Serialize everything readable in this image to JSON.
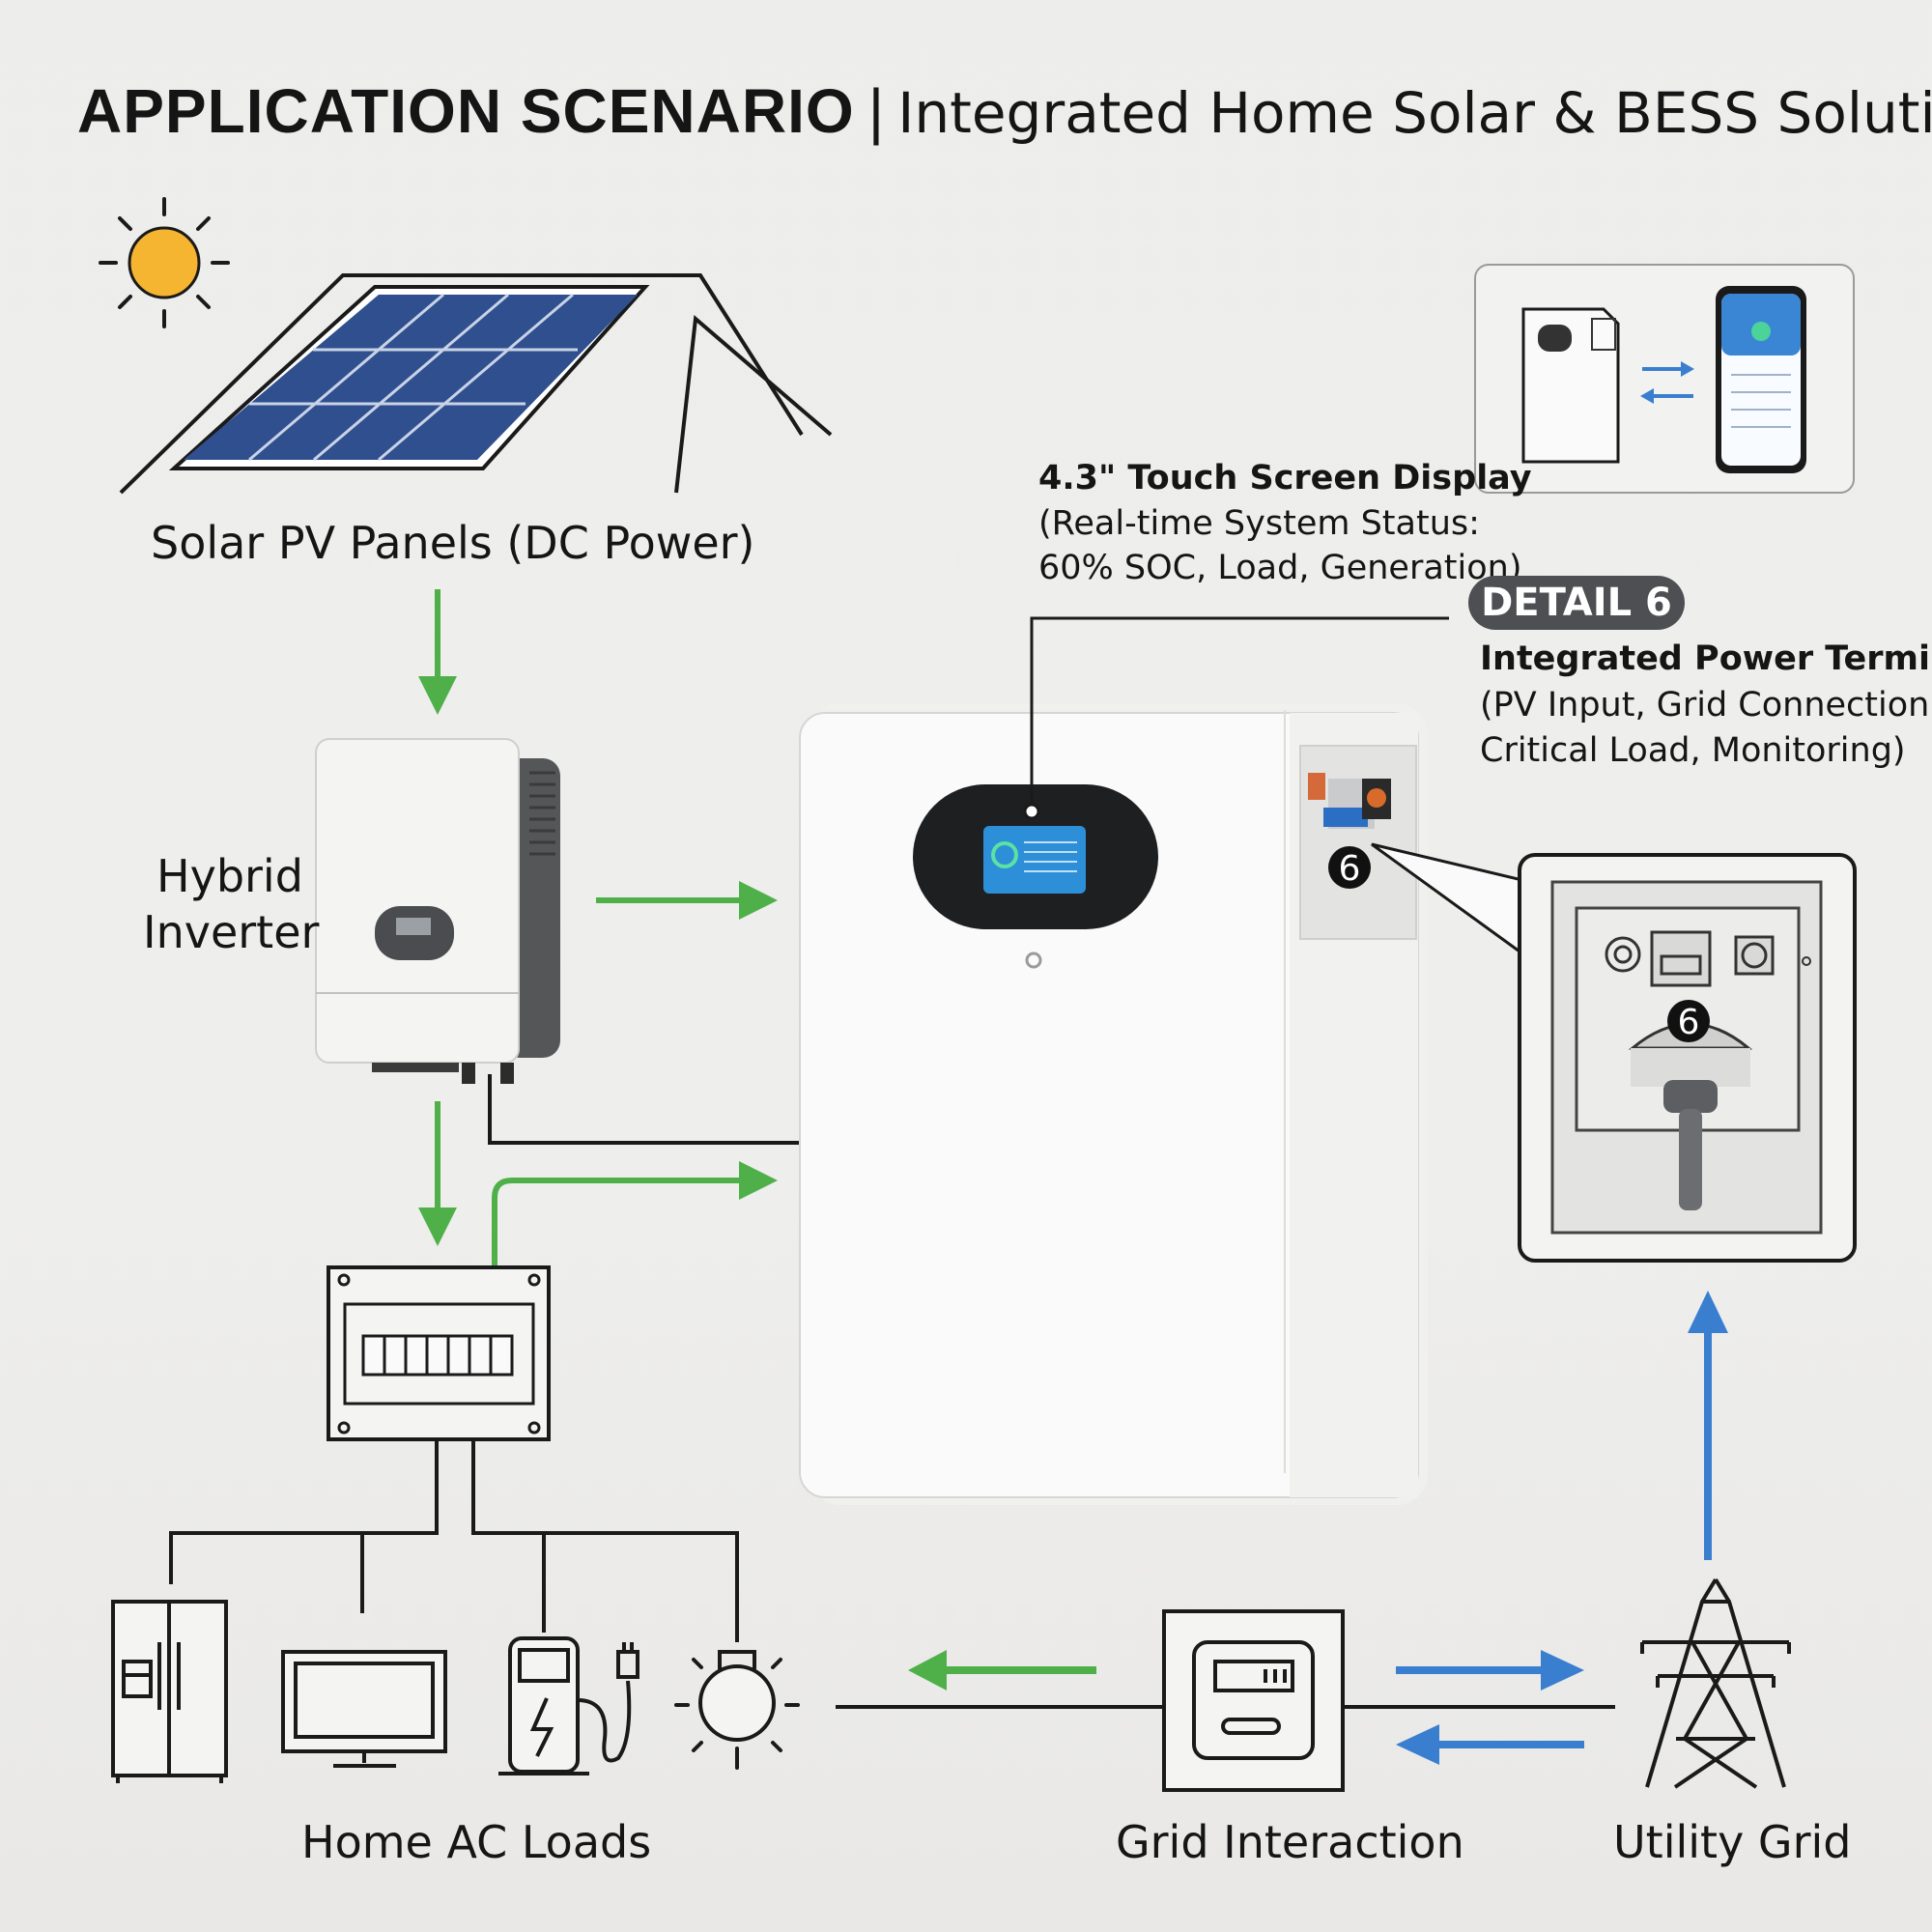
{
  "header": {
    "title_bold": "APPLICATION SCENARIO",
    "separator": "|",
    "title_sub": "Integrated Home Solar & BESS Solution"
  },
  "nodes": {
    "solar": "Solar PV Panels (DC Power)",
    "inverter_line1": "Hybrid",
    "inverter_line2": "Inverter",
    "loads": "Home AC Loads",
    "grid_interaction": "Grid Interaction",
    "utility": "Utility Grid"
  },
  "callouts": {
    "display_title": "4.3\" Touch Screen Display",
    "display_line1": "(Real-time System Status:",
    "display_line2": "60% SOC, Load, Generation)",
    "detail_badge": "DETAIL 6",
    "terminals_title": "Integrated Power Terminals",
    "terminals_line1": "(PV Input, Grid Connection,",
    "terminals_line2": "Critical Load, Monitoring)",
    "detail_number": "6"
  },
  "colors": {
    "flow_green": "#4fb04a",
    "flow_blue": "#3a7fcf",
    "panel_blue": "#2f4f8f",
    "sun_yellow": "#f5b530",
    "screen_blue": "#2d8fd8",
    "line": "#1a1a1a"
  },
  "icons": [
    "sun-icon",
    "solar-panel-icon",
    "inverter-icon",
    "battery-unit-icon",
    "breaker-panel-icon",
    "fridge-icon",
    "tv-icon",
    "ev-charger-icon",
    "light-bulb-icon",
    "meter-icon",
    "transmission-tower-icon",
    "phone-app-icon"
  ]
}
